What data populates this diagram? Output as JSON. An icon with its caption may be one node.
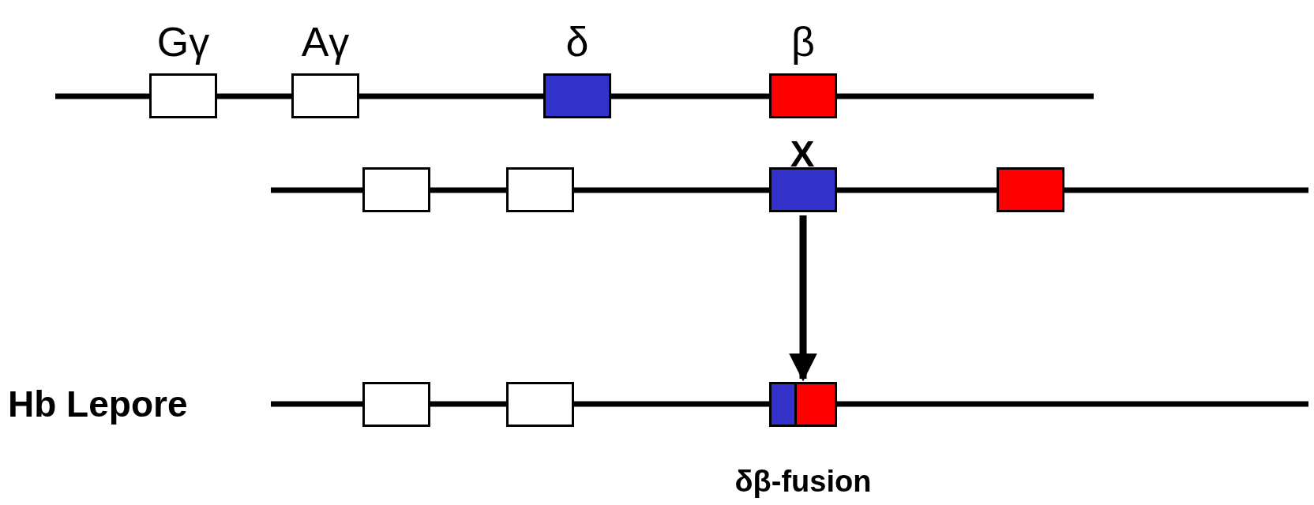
{
  "diagram": {
    "nodes": [
      {
        "text": [
          "Gγ"
        ]
      },
      {
        "text": [
          "Aγ"
        ]
      },
      {
        "text": [
          "δ"
        ]
      },
      {
        "text": [
          "β"
        ]
      },
      {
        "text": [],
        "shape": "box"
      },
      {
        "text": [],
        "shape": "box"
      },
      {
        "text": [],
        "shape": "box"
      },
      {
        "text": [],
        "shape": "box"
      },
      {
        "text": [],
        "shape": "box"
      },
      {
        "text": [],
        "shape": "box"
      },
      {
        "text": [],
        "shape": "box",
        "beside": [
          "δβ-fusion"
        ]
      }
    ],
    "edges": [
      {
        "from": 6,
        "to": 10,
        "arrow": "to"
      }
    ],
    "labels": [
      "X",
      "Hb Lepore"
    ]
  }
}
